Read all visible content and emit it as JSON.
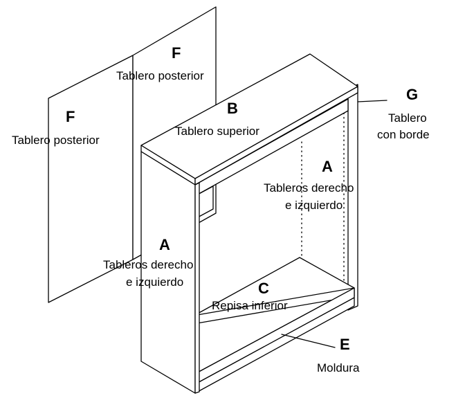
{
  "diagram": {
    "parts": [
      {
        "id": "F_right",
        "letter": "F",
        "name": "Tablero posterior"
      },
      {
        "id": "F_left",
        "letter": "F",
        "name": "Tablero posterior"
      },
      {
        "id": "B",
        "letter": "B",
        "name": "Tablero superior"
      },
      {
        "id": "G",
        "letter": "G",
        "name_line1": "Tablero",
        "name_line2": "con borde"
      },
      {
        "id": "A_right",
        "letter": "A",
        "name_line1": "Tableros derecho",
        "name_line2": "e izquierdo"
      },
      {
        "id": "A_left",
        "letter": "A",
        "name_line1": "Tableros derecho",
        "name_line2": "e izquierdo"
      },
      {
        "id": "C",
        "letter": "C",
        "name": "Repisa inferior"
      },
      {
        "id": "E",
        "letter": "E",
        "name": "Moldura"
      }
    ]
  }
}
